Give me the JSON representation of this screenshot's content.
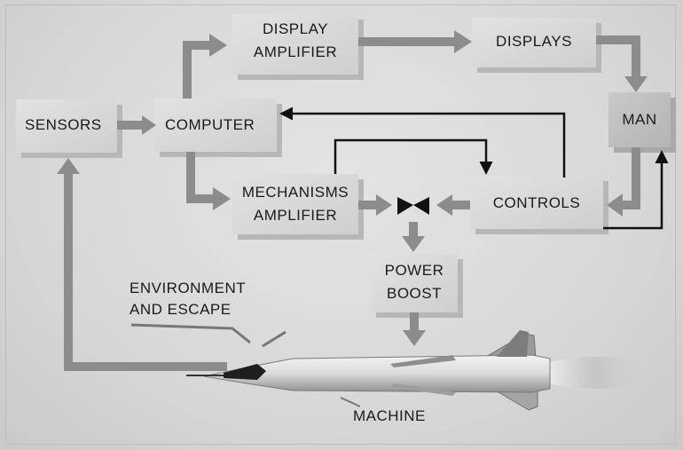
{
  "nodes": {
    "sensors": "SENSORS",
    "computer": "COMPUTER",
    "display_amplifier_1": "DISPLAY",
    "display_amplifier_2": "AMPLIFIER",
    "displays": "DISPLAYS",
    "man": "MAN",
    "mechanisms_amplifier_1": "MECHANISMS",
    "mechanisms_amplifier_2": "AMPLIFIER",
    "controls": "CONTROLS",
    "power_boost_1": "POWER",
    "power_boost_2": "BOOST",
    "environment_1": "ENVIRONMENT",
    "environment_2": "AND ESCAPE",
    "machine": "MACHINE"
  }
}
